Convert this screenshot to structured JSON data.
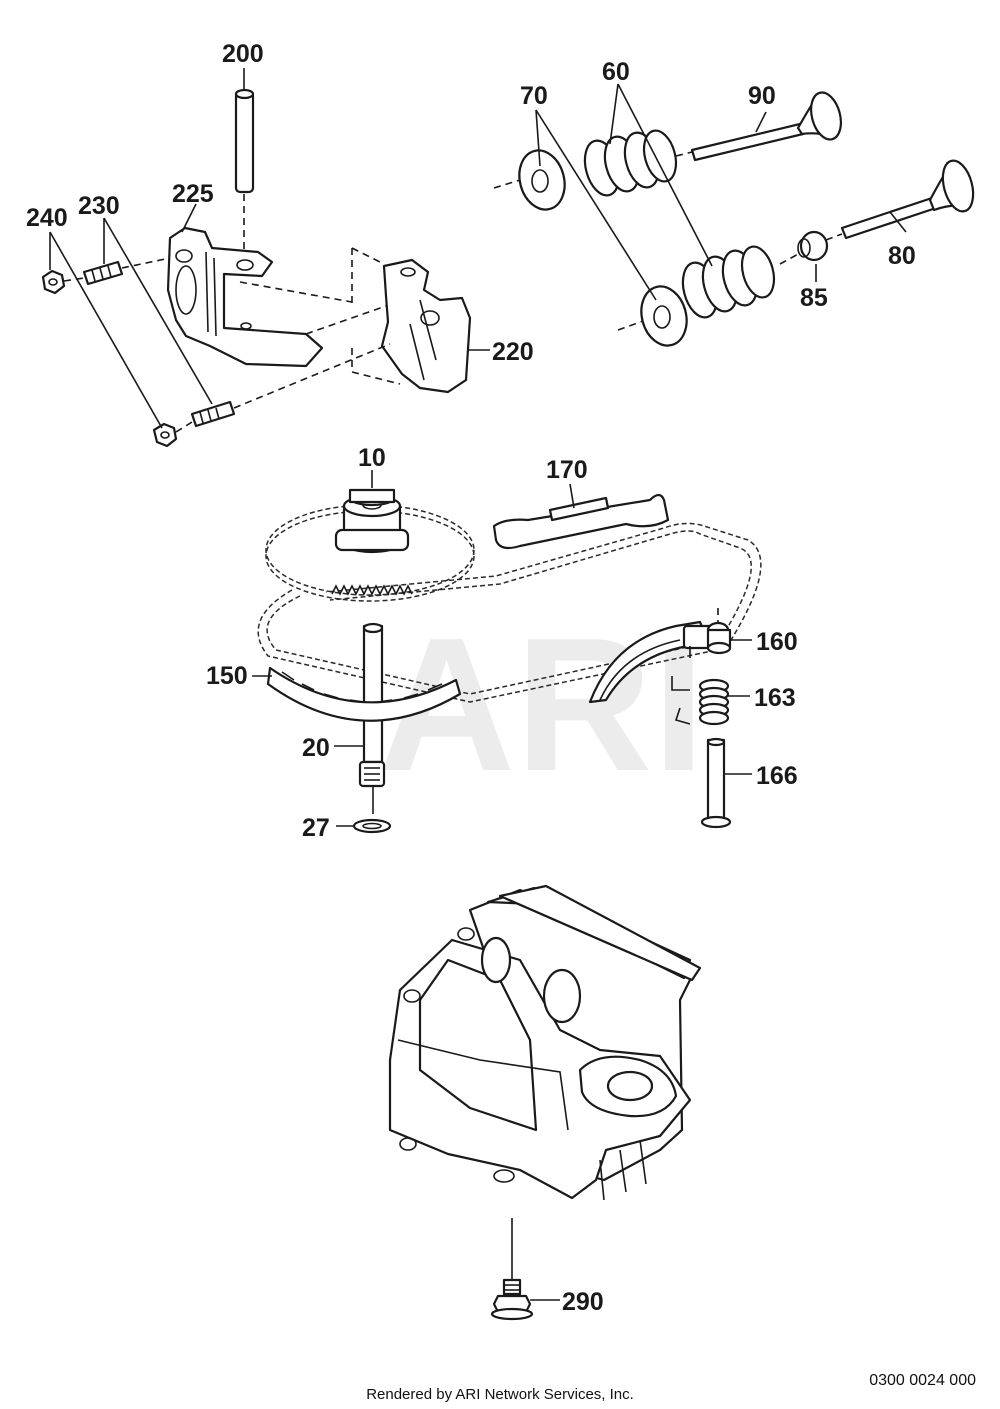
{
  "watermark": "ARI",
  "callouts": {
    "c200": "200",
    "c225": "225",
    "c230": "230",
    "c240": "240",
    "c220": "220",
    "c70": "70",
    "c60": "60",
    "c90": "90",
    "c80": "80",
    "c85": "85",
    "c10": "10",
    "c170": "170",
    "c160": "160",
    "c150": "150",
    "c163": "163",
    "c20": "20",
    "c166": "166",
    "c27": "27",
    "c290": "290"
  },
  "footer": {
    "credit": "Rendered by ARI Network Services, Inc.",
    "diagram_code": "0300 0024 000"
  },
  "colors": {
    "ink": "#1a1a1a",
    "watermark": "#ececec",
    "background": "#ffffff"
  }
}
